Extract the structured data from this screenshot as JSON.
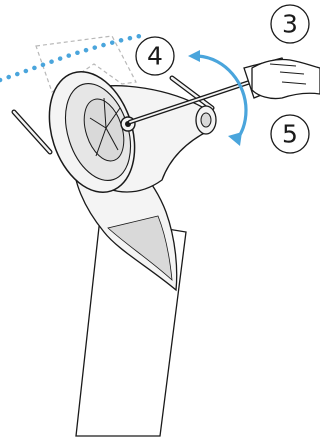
{
  "steps": [
    {
      "id": "step-3",
      "label": "3"
    },
    {
      "id": "step-4",
      "label": "4"
    },
    {
      "id": "step-5",
      "label": "5"
    }
  ],
  "colors": {
    "line": "#1a1a1a",
    "part_fill": "#f4f4f4",
    "part_shade": "#d9d9d9",
    "dashed_outline": "#b8b8b8",
    "dotted_path": "#4aa5dc",
    "rotation_arrow": "#4aa5dc",
    "background": "#ffffff"
  },
  "icons": {
    "tool": "screwdriver-icon",
    "hand": "hand-icon",
    "rotation": "curved-double-arrow-icon"
  }
}
